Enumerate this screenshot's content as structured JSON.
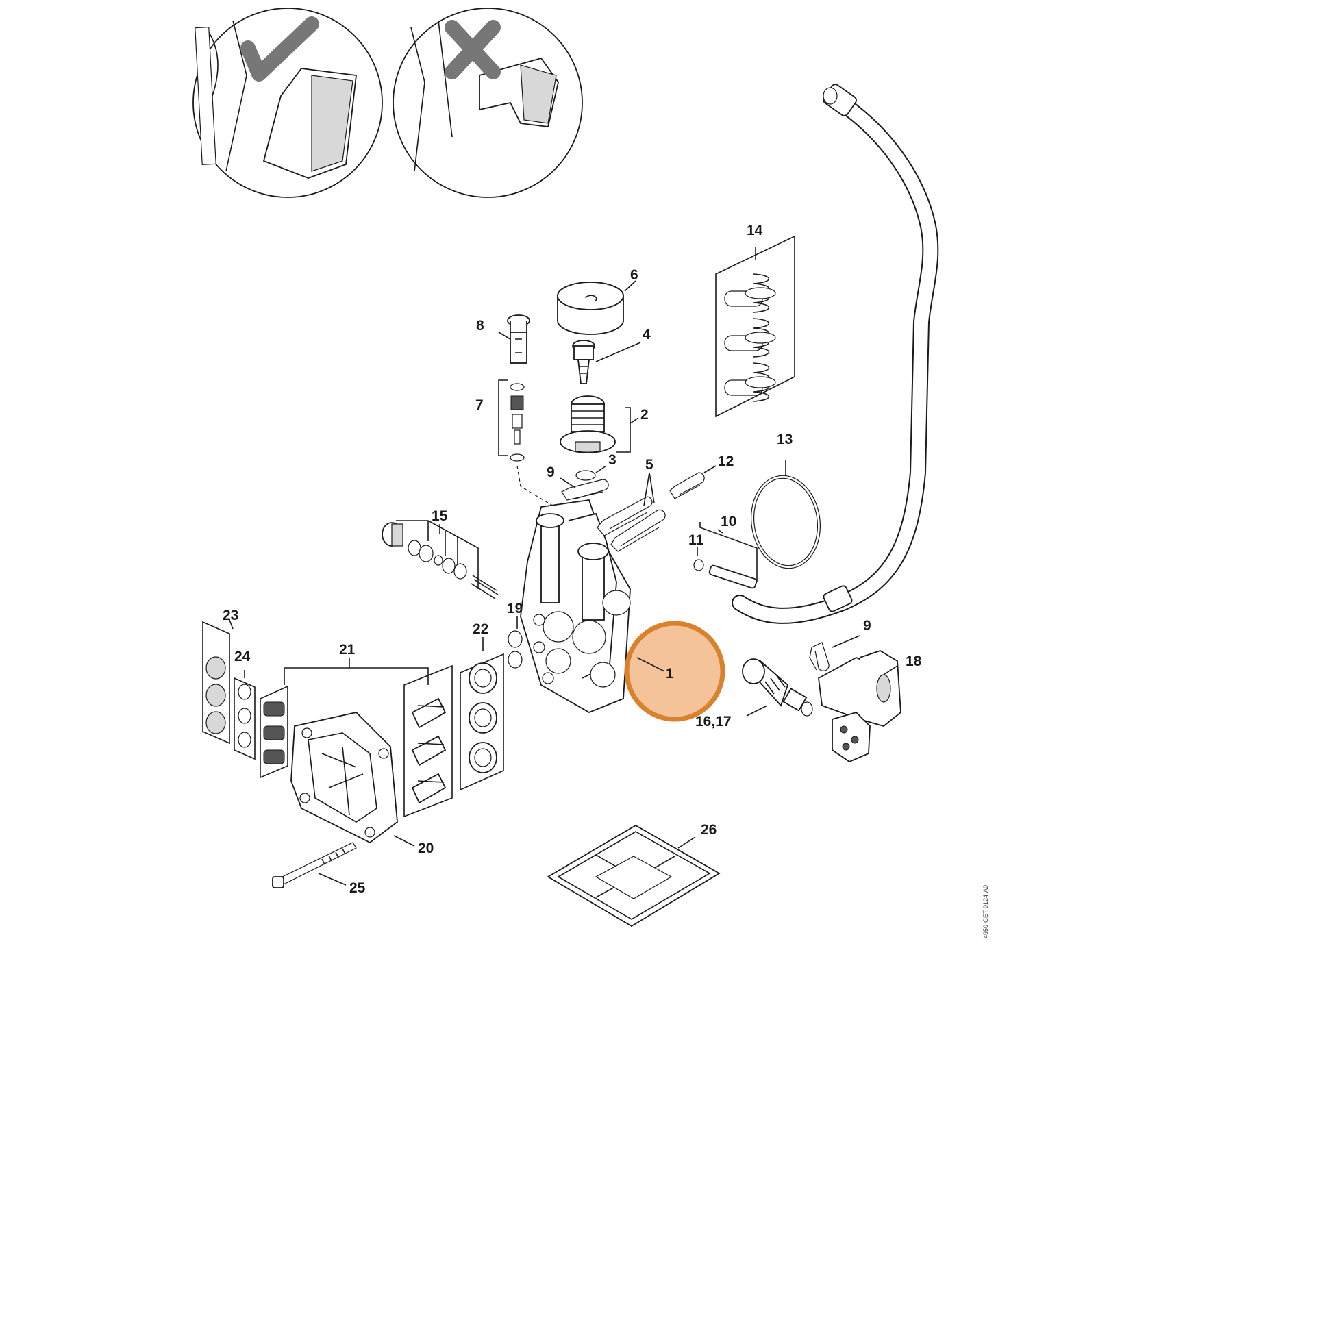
{
  "callouts": {
    "c1": "1",
    "c2": "2",
    "c3": "3",
    "c4": "4",
    "c5": "5",
    "c6": "6",
    "c7": "7",
    "c8": "8",
    "c9a": "9",
    "c9b": "9",
    "c10": "10",
    "c11": "11",
    "c12": "12",
    "c13": "13",
    "c14": "14",
    "c15": "15",
    "c16_17": "16,17",
    "c18": "18",
    "c19": "19",
    "c20": "20",
    "c21": "21",
    "c22": "22",
    "c23": "23",
    "c24": "24",
    "c25": "25",
    "c26": "26"
  },
  "drawing_reference": "4950-GET-0124-A0",
  "highlight": {
    "part": "1",
    "fill_color": "#f5c39a",
    "ring_color": "#d9822b"
  },
  "icons": {
    "correct_install": "checkmark-icon",
    "wrong_install": "cross-icon"
  }
}
